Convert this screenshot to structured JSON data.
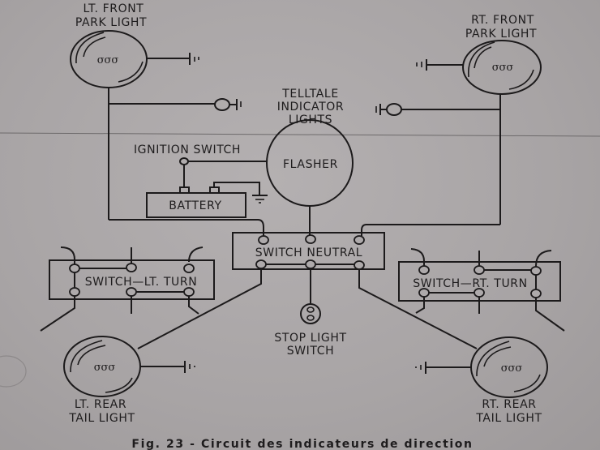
{
  "figure": {
    "caption": "Fig. 23 - Circuit des indicateurs de direction",
    "style": {
      "ink": "#1c1a1b",
      "paper": "#aeaaab"
    }
  },
  "components": {
    "lt_front_park": {
      "label_line1": "LT. FRONT",
      "label_line2": "PARK LIGHT",
      "icon": "lamp-bulb-icon"
    },
    "rt_front_park": {
      "label_line1": "RT. FRONT",
      "label_line2": "PARK LIGHT",
      "icon": "lamp-bulb-icon"
    },
    "telltale": {
      "label_line1": "TELLTALE",
      "label_line2": "INDICATOR",
      "label_line3": "LIGHTS"
    },
    "ignition_switch": {
      "label": "IGNITION SWITCH"
    },
    "flasher": {
      "label": "FLASHER"
    },
    "battery": {
      "label": "BATTERY"
    },
    "switch_neutral": {
      "label": "SWITCH NEUTRAL"
    },
    "switch_lt_turn": {
      "label": "SWITCH—LT. TURN"
    },
    "switch_rt_turn": {
      "label": "SWITCH—RT. TURN"
    },
    "stop_light_switch": {
      "label_line1": "STOP LIGHT",
      "label_line2": "SWITCH"
    },
    "lt_rear_tail": {
      "label_line1": "LT. REAR",
      "label_line2": "TAIL LIGHT",
      "icon": "lamp-bulb-icon"
    },
    "rt_rear_tail": {
      "label_line1": "RT. REAR",
      "label_line2": "TAIL LIGHT",
      "icon": "lamp-bulb-icon"
    }
  },
  "symbols": {
    "filament": "σσσ"
  }
}
